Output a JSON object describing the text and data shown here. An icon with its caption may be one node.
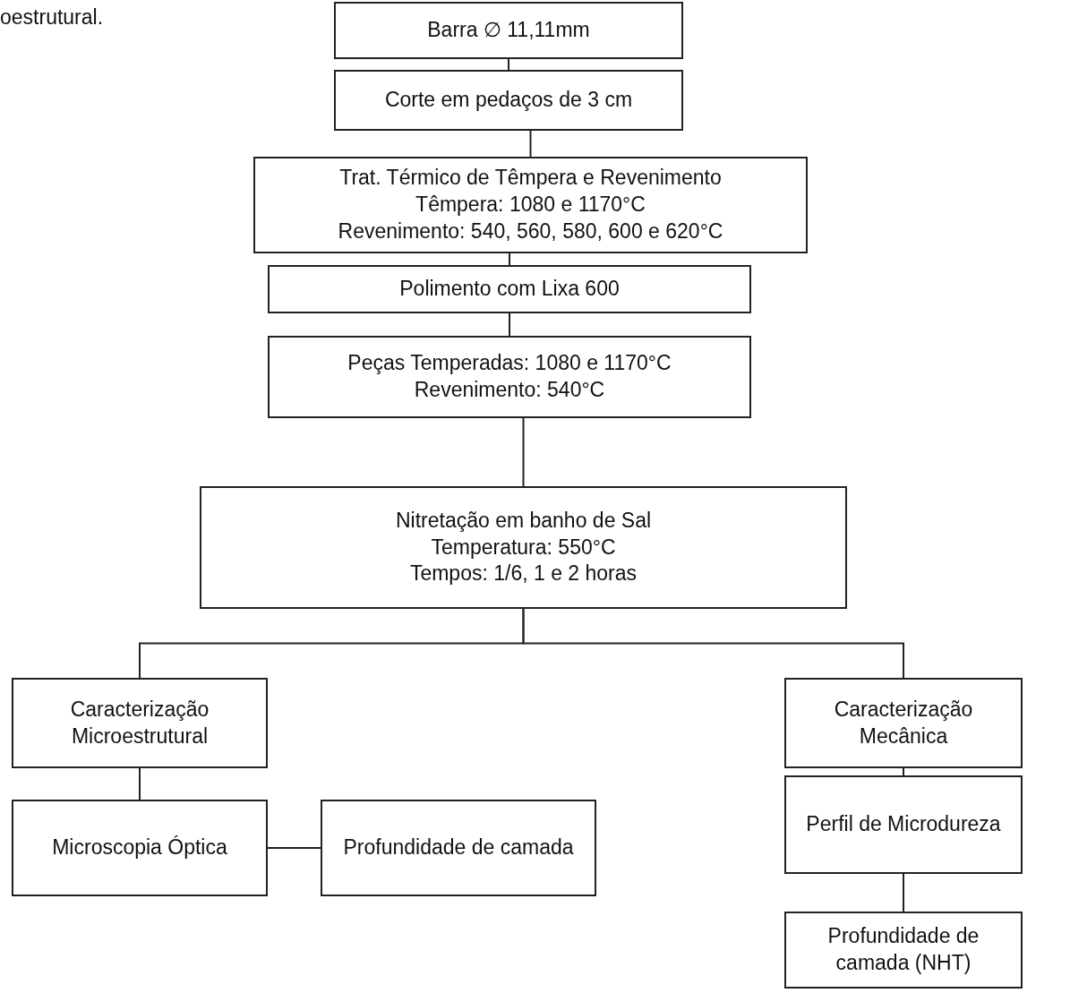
{
  "diagram": {
    "nodes": [
      {
        "text": [
          "Barra ∅ 11,11mm"
        ]
      },
      {
        "text": [
          "Corte em pedaços de 3 cm"
        ]
      },
      {
        "text": [
          "Trat. Térmico de Têmpera e Revenimento",
          "Têmpera: 1080 e 1170°C",
          "Revenimento: 540, 560, 580, 600 e 620°C"
        ]
      },
      {
        "text": [
          "Polimento com Lixa 600"
        ]
      },
      {
        "text": [
          "Peças Temperadas: 1080 e 1170°C",
          "Revenimento: 540°C"
        ]
      },
      {
        "text": [
          "Nitretação em banho de Sal",
          "Temperatura: 550°C",
          "Tempos: 1/6, 1 e 2 horas"
        ]
      },
      {
        "text": [
          "Caracterização Microestrutural"
        ]
      },
      {
        "text": [
          "Caracterização Mecânica"
        ]
      },
      {
        "text": [
          "Microscopia Óptica"
        ]
      },
      {
        "text": [
          "Profundidade de camada"
        ]
      },
      {
        "text": [
          "Perfil de Microdureza"
        ]
      },
      {
        "text": [
          "Profundidade de camada (NHT)"
        ]
      }
    ],
    "edges": [
      {
        "from": 0,
        "to": 1,
        "arrow": "none"
      },
      {
        "from": 1,
        "to": 2,
        "arrow": "none"
      },
      {
        "from": 2,
        "to": 3,
        "arrow": "none"
      },
      {
        "from": 3,
        "to": 4,
        "arrow": "none"
      },
      {
        "from": 4,
        "to": 5,
        "arrow": "none"
      },
      {
        "from": 5,
        "to": 6,
        "arrow": "none"
      },
      {
        "from": 5,
        "to": 7,
        "arrow": "none"
      },
      {
        "from": 6,
        "to": 8,
        "arrow": "none"
      },
      {
        "from": 8,
        "to": 9,
        "arrow": "none"
      },
      {
        "from": 7,
        "to": 10,
        "arrow": "none"
      },
      {
        "from": 10,
        "to": 11,
        "arrow": "none"
      }
    ],
    "labels": [
      "oestrutural."
    ]
  }
}
